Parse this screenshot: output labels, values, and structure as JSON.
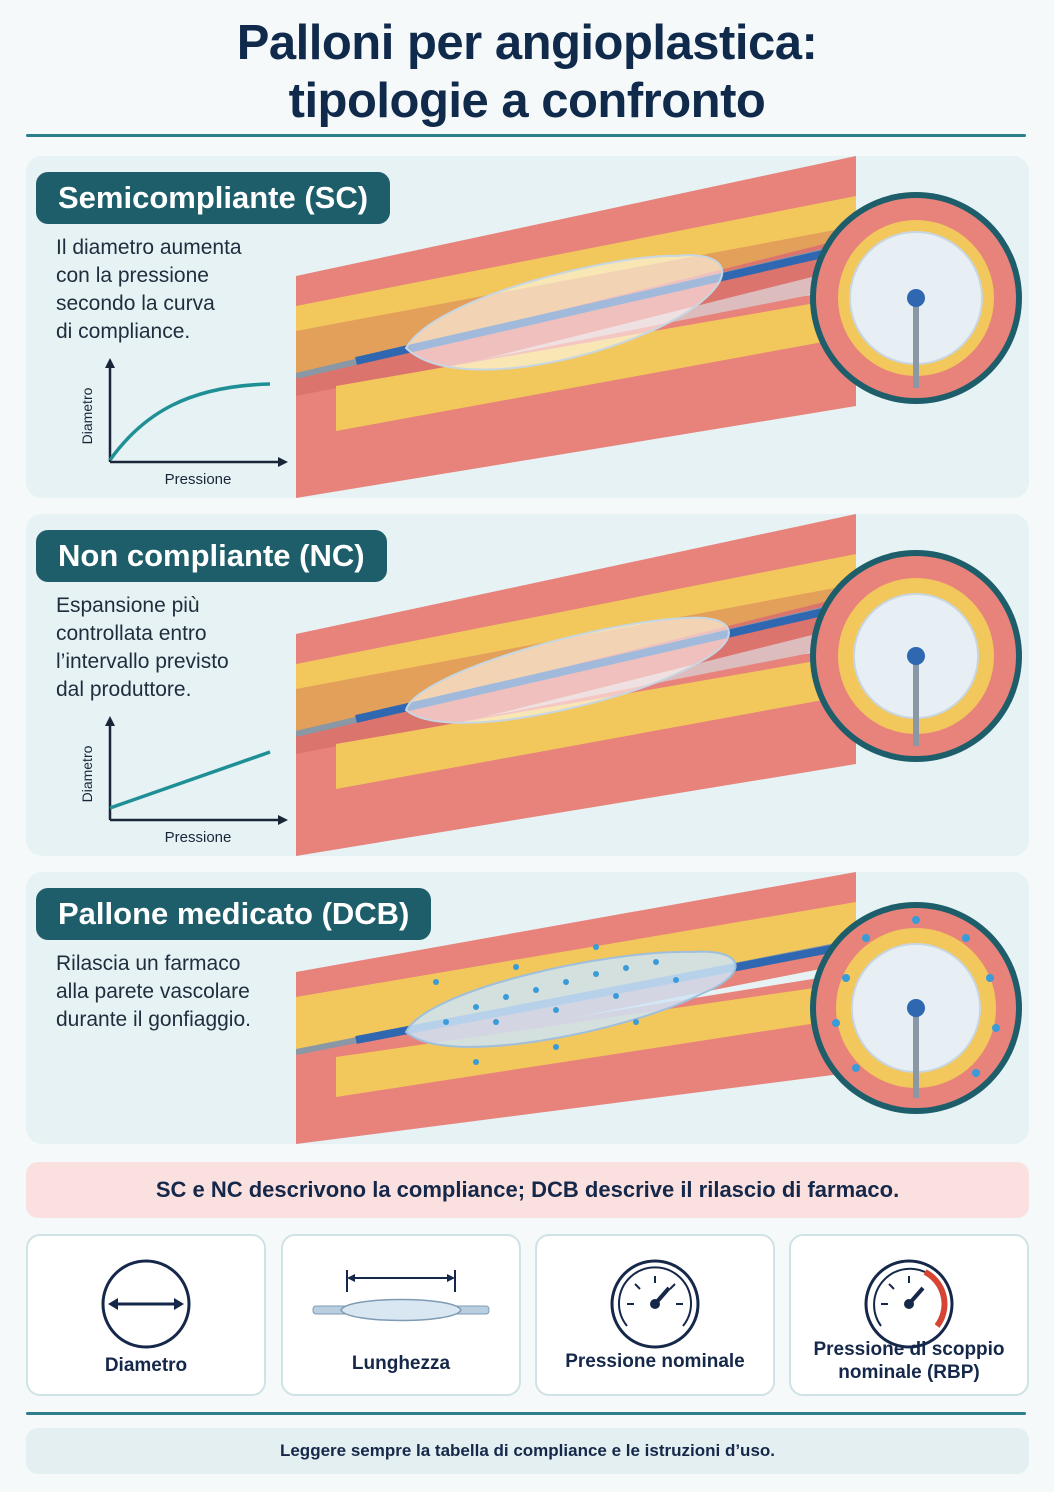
{
  "title": "Palloni per angioplastica:\ntipologie a confronto",
  "sections": [
    {
      "label": "Semicompliante (SC)",
      "description": "Il diametro aumenta\ncon la pressione\nsecondo la curva\ndi compliance.",
      "graph": {
        "ylabel": "Diametro",
        "xlabel": "Pressione",
        "curve": "logarithmic"
      }
    },
    {
      "label": "Non compliante (NC)",
      "description": "Espansione più\ncontrollata entro\nl’intervallo previsto\ndal produttore.",
      "graph": {
        "ylabel": "Diametro",
        "xlabel": "Pressione",
        "curve": "linear"
      }
    },
    {
      "label": "Pallone medicato (DCB)",
      "description": "Rilascia un farmaco\nalla parete vascolare\ndurante il gonfiaggio."
    }
  ],
  "callout": "SC e NC descrivono la compliance; DCB descrive il rilascio di farmaco.",
  "parameters": [
    {
      "label": "Diametro",
      "icon": "diameter-icon"
    },
    {
      "label": "Lunghezza",
      "icon": "balloon-length-icon"
    },
    {
      "label": "Pressione nominale",
      "icon": "pressure-gauge-icon"
    },
    {
      "label": "Pressione di scoppio\nnominale (RBP)",
      "icon": "burst-pressure-gauge-icon"
    }
  ],
  "footer": "Leggere sempre la tabella di compliance e le istruzioni d’uso.",
  "colors": {
    "title": "#102a4c",
    "accent": "#1e5e6a",
    "panel": "#e6f2f4",
    "callout": "#fbe0e0",
    "artery": "#e0726a",
    "plaque": "#f2c75c",
    "catheter": "#2f67b1",
    "curve": "#1f8f96",
    "danger": "#d64534"
  }
}
